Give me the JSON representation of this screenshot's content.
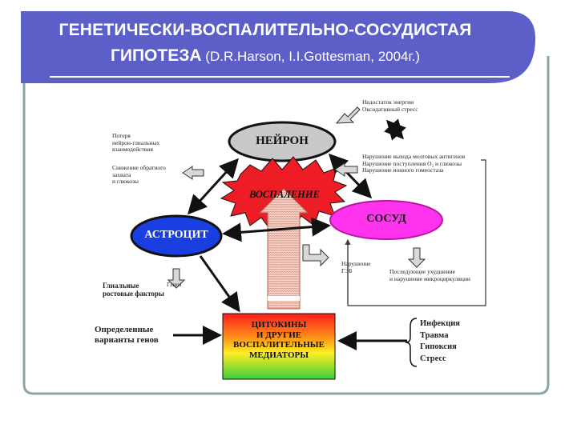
{
  "title": {
    "line1": "ГЕНЕТИЧЕСКИ-ВОСПАЛИТЕЛЬНО-СОСУДИСТАЯ",
    "line2_main": "ГИПОТЕЗА",
    "line2_sub": "(D.R.Harson, I.I.Gottesman, 2004г.)"
  },
  "nodes": {
    "neuron": "НЕЙРОН",
    "inflammation": "ВОСПАЛЕНИЕ",
    "vessel": "СОСУД",
    "astrocyte": "АСТРОЦИТ",
    "mediators": [
      "ЦИТОКИНЫ",
      "И ДРУГИЕ",
      "ВОСПАЛИТЕЛЬНЫЕ",
      "МЕДИАТОРЫ"
    ]
  },
  "labels": {
    "top_right": [
      "Недостаток энергии",
      "Оксидативный стресс"
    ],
    "middle_right": [
      "Нарушение выхода молговых антигенов",
      "Нарушение поступления O₂ и глюкозы",
      "Нарушение ионного гомеостаза"
    ],
    "top_left": [
      "Потеря",
      "нейрон-глиальных",
      "взаимодействия"
    ],
    "mid_left": [
      "Снижение обратного",
      "захвата",
      "и глюкозы"
    ],
    "glial_factors": [
      "Глиальные",
      "ростовые факторы"
    ],
    "glia": [
      "Глиоз"
    ],
    "gene_variants": [
      "Определенные",
      "варианты генов"
    ],
    "bbb": [
      "Нарушение",
      "ГЭБ"
    ],
    "perfusion": [
      "Последующее ухудшение",
      "и нарушение микроциркуляции"
    ],
    "factors": [
      "Инфекция",
      "Травма",
      "Гипоксия",
      "Стресс"
    ]
  },
  "colors": {
    "title_bg": "#5b5fc7",
    "frame": "#7a9a9a",
    "neuron_fill": "#c8c8c8",
    "inflammation_fill": "#ee1c25",
    "vessel_fill": "#ff33ee",
    "astrocyte_fill": "#1a3fe0",
    "mediators_top": "#ff0000",
    "mediators_bottom": "#33cc33"
  }
}
